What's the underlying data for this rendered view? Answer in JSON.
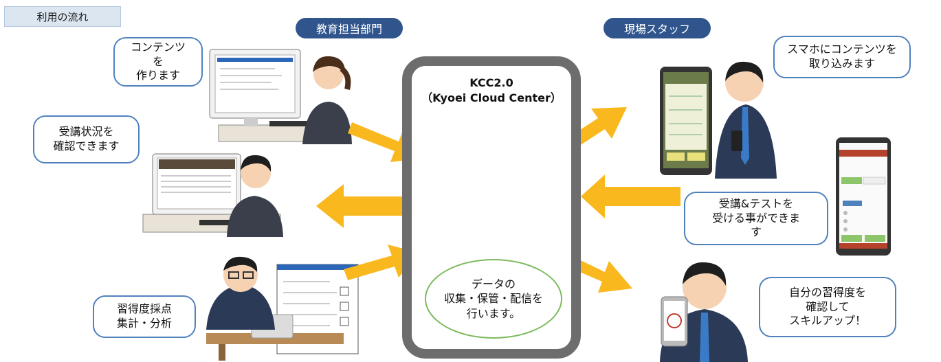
{
  "section_label": "利用の流れ",
  "headers": {
    "education_dept": "教育担当部門",
    "field_staff": "現場スタッフ"
  },
  "center": {
    "title_line1": "KCC2.0",
    "title_line2": "（Kyoei Cloud Center）",
    "data_text": "データの\n収集・保管・配信を\n行います。"
  },
  "bubbles": {
    "create_contents": "コンテンツ\nを\n作ります",
    "check_status": "受講状況を\n確認できます",
    "grading": "習得度採点\n集計・分析",
    "import_contents": "スマホにコンテンツを\n取り込みます",
    "take_tests": "受講&テストを\n受ける事ができま\nす",
    "skill_up": "自分の習得度を\n確認して\nスキルアップ！"
  },
  "colors": {
    "arrow": "#f9b81d",
    "header_pill": "#30558c",
    "bubble_border": "#4f81bd",
    "ellipse_border": "#7dba5e",
    "frame": "#6d6d6d"
  }
}
